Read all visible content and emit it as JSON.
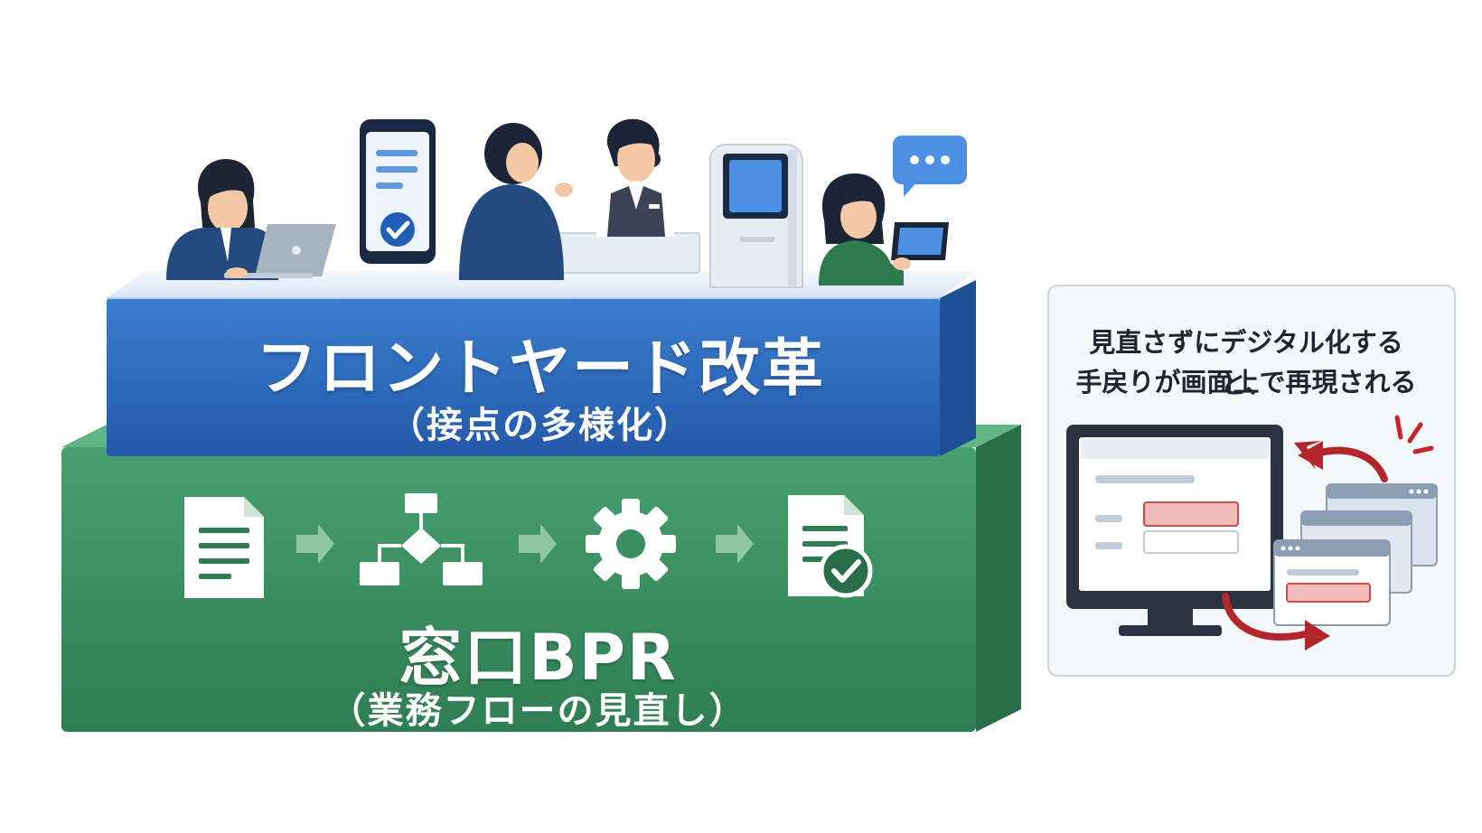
{
  "front": {
    "title": "フロントヤード改革",
    "subtitle": "（接点の多様化）"
  },
  "back": {
    "title": "窓口BPR",
    "subtitle": "（業務フローの見直し）"
  },
  "note": {
    "line1": "見直さずにデジタル化すると、",
    "line2": "手戻りが画面上で再現される"
  },
  "colors": {
    "front_block": "#2f6dbf",
    "back_block": "#3a8f62",
    "warning_red": "#b3262b",
    "note_border": "#c9d3de"
  },
  "icons": {
    "flow": [
      "document-icon",
      "flowchart-icon",
      "gear-icon",
      "approved-document-icon"
    ],
    "front_scene": [
      "laptop-user-icon",
      "smartphone-check-icon",
      "counter-staff-icon",
      "kiosk-icon",
      "tablet-user-icon",
      "chat-bubble-icon"
    ]
  }
}
